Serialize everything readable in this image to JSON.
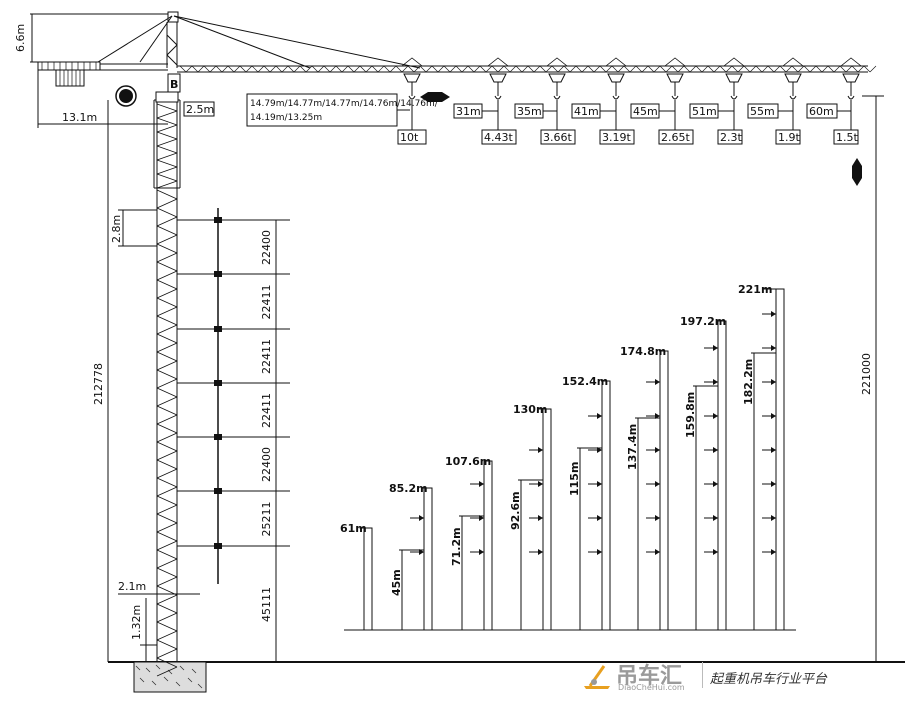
{
  "crane": {
    "top_height": "6.6m",
    "counter_jib": "13.1m",
    "inner_offset": "2.5m",
    "jib_lengths": "14.79m/14.77m/14.77m/14.76m/14.76m/14.19m/13.25m",
    "section_height": "2.8m",
    "mast_width": "2.1m",
    "base_height": "1.32m",
    "total_height_label": "212778",
    "max_height_label": "221000",
    "hook_marker": "B"
  },
  "load_points": [
    {
      "radius": "",
      "load": "10t"
    },
    {
      "radius": "31m",
      "load": "4.43t"
    },
    {
      "radius": "35m",
      "load": "3.66t"
    },
    {
      "radius": "41m",
      "load": "3.19t"
    },
    {
      "radius": "45m",
      "load": "2.65t"
    },
    {
      "radius": "51m",
      "load": "2.3t"
    },
    {
      "radius": "55m",
      "load": "1.9t"
    },
    {
      "radius": "60m",
      "load": "1.5t"
    }
  ],
  "tie_intervals": [
    "22400",
    "22411",
    "22411",
    "22411",
    "22400",
    "25211",
    "45111"
  ],
  "height_bars": [
    {
      "top": "61m",
      "tie": ""
    },
    {
      "top": "85.2m",
      "tie": "45m"
    },
    {
      "top": "107.6m",
      "tie": "71.2m"
    },
    {
      "top": "130m",
      "tie": "92.6m"
    },
    {
      "top": "152.4m",
      "tie": "115m"
    },
    {
      "top": "174.8m",
      "tie": "137.4m"
    },
    {
      "top": "197.2m",
      "tie": "159.8m"
    },
    {
      "top": "221m",
      "tie": "182.2m"
    }
  ],
  "brand": {
    "logo_cn": "吊车汇",
    "logo_en": "DiaoCheHui.com",
    "slogan": "起重机吊车行业平台"
  }
}
